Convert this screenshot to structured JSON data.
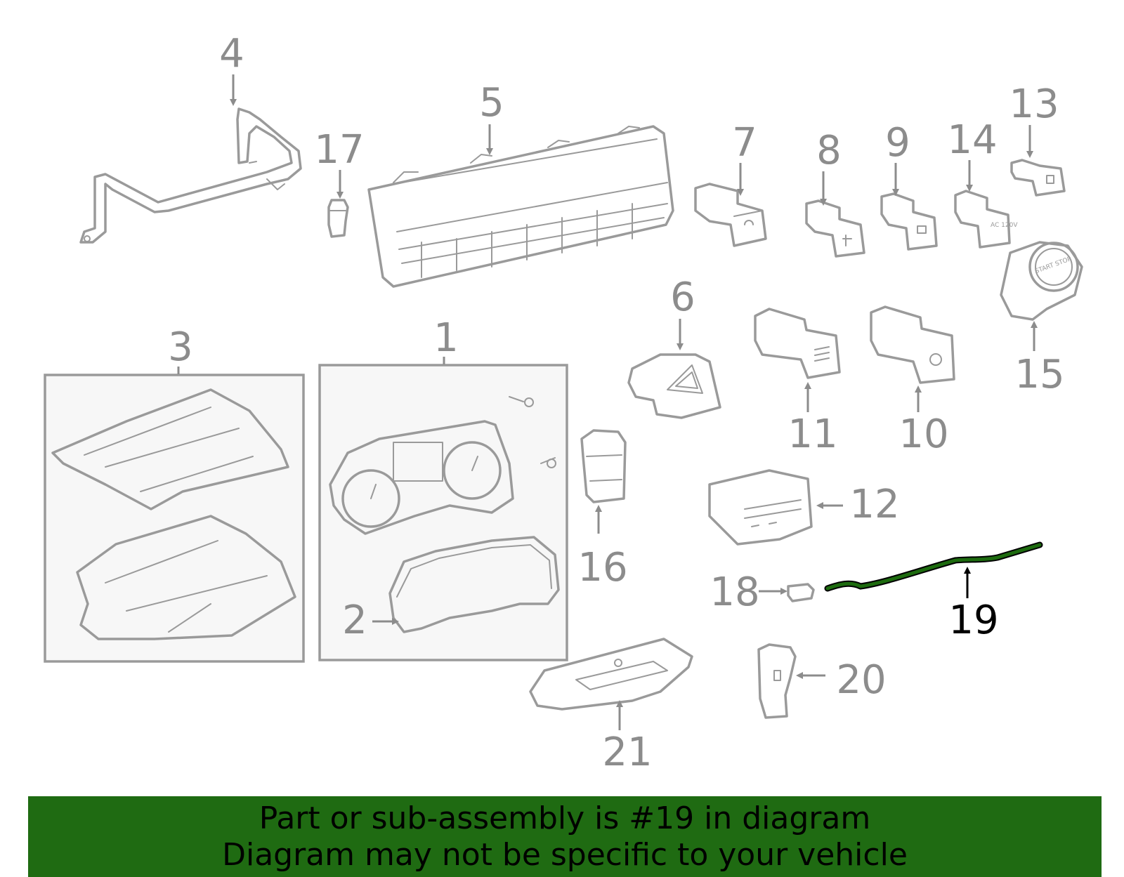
{
  "colors": {
    "line_art": "#9a9a9a",
    "label_text": "#8c8c8c",
    "highlight_part": "#1d6b0f",
    "highlight_label": "#000000",
    "banner_bg": "#1f6b12",
    "banner_text": "#000000"
  },
  "labels": {
    "p1": "1",
    "p2": "2",
    "p3": "3",
    "p4": "4",
    "p5": "5",
    "p6": "6",
    "p7": "7",
    "p8": "8",
    "p9": "9",
    "p10": "10",
    "p11": "11",
    "p12": "12",
    "p13": "13",
    "p14": "14",
    "p15": "15",
    "p16": "16",
    "p17": "17",
    "p18": "18",
    "p19": "19",
    "p20": "20",
    "p21": "21"
  },
  "highlighted_part": "19",
  "part_icons": {
    "p9": "▢",
    "p14": "AC 120V",
    "p15": "START STOP"
  },
  "banner": {
    "line1": "Part or sub-assembly is #19 in diagram",
    "line2": "Diagram may not be specific to your vehicle"
  }
}
